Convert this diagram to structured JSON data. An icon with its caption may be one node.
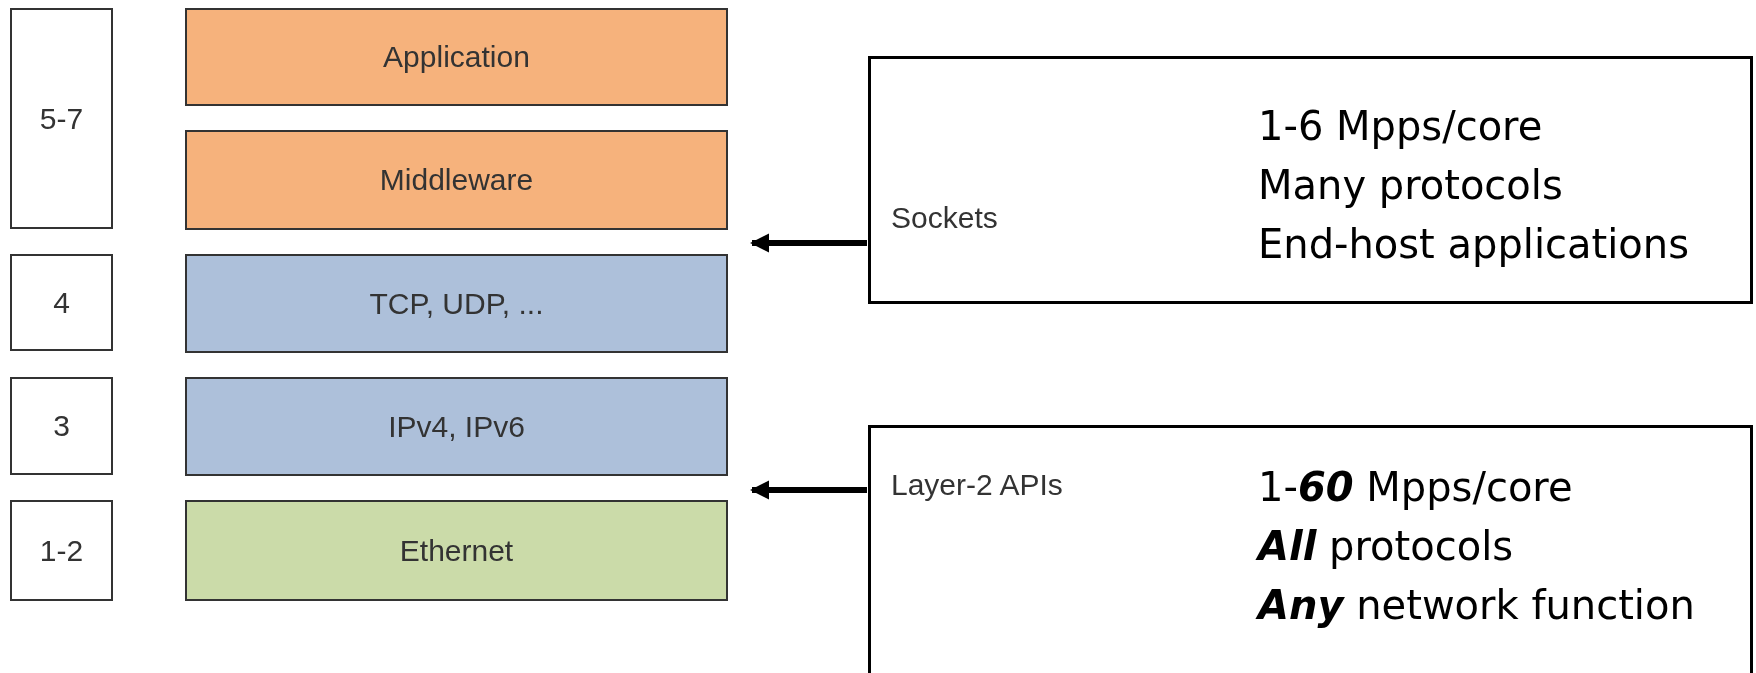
{
  "diagram": {
    "nodes": [
      {
        "text": [
          "5-7"
        ]
      },
      {
        "text": [
          "Application"
        ]
      },
      {
        "text": [
          "Middleware"
        ]
      },
      {
        "text": [
          "4"
        ]
      },
      {
        "text": [
          "TCP, UDP, ..."
        ]
      },
      {
        "text": [
          "3"
        ]
      },
      {
        "text": [
          "IPv4, IPv6"
        ]
      },
      {
        "text": [
          "1-2"
        ]
      },
      {
        "text": [
          "Ethernet"
        ]
      },
      {
        "text": [
          "Sockets",
          "1-6 Mpps/core",
          "Many protocols",
          "End-host applications"
        ]
      },
      {
        "text": [
          "Layer-2 APIs",
          "1-**60** Mpps/core",
          "**All** protocols",
          "**Any** network function"
        ]
      }
    ],
    "edges": [
      {
        "from": 9,
        "to": 4,
        "arrow": "to"
      },
      {
        "from": 10,
        "to": 8,
        "arrow": "to"
      }
    ]
  }
}
